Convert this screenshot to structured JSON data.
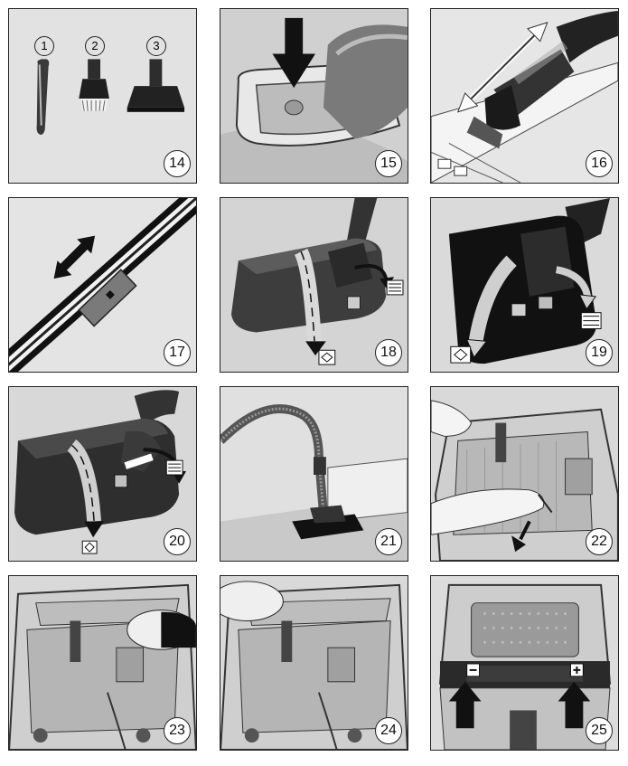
{
  "panels": [
    {
      "number": "14",
      "sublabels": [
        "1",
        "2",
        "3"
      ]
    },
    {
      "number": "15"
    },
    {
      "number": "16"
    },
    {
      "number": "17"
    },
    {
      "number": "18"
    },
    {
      "number": "19"
    },
    {
      "number": "20"
    },
    {
      "number": "21"
    },
    {
      "number": "22"
    },
    {
      "number": "23"
    },
    {
      "number": "24"
    },
    {
      "number": "25"
    }
  ],
  "icons": [
    "crevice-nozzle-icon",
    "dusting-brush-icon",
    "upholstery-nozzle-icon",
    "carpet-symbol-icon",
    "hard-floor-symbol-icon",
    "arrow-icon",
    "minus-icon",
    "plus-icon"
  ]
}
